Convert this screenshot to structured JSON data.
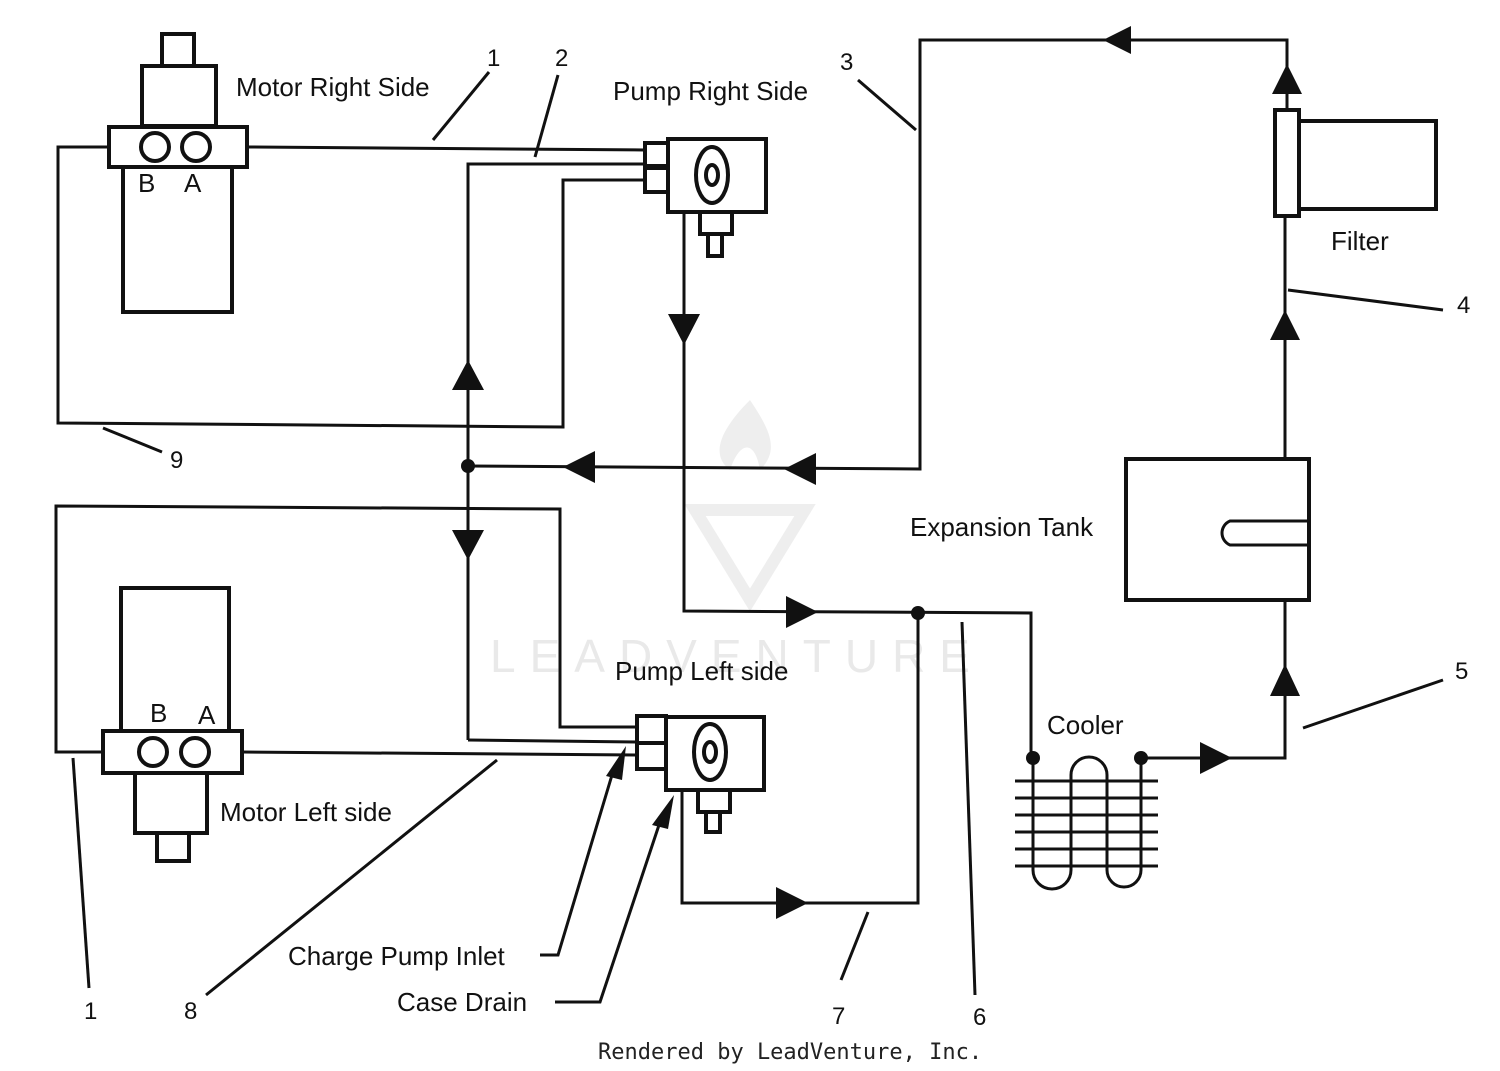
{
  "labels": {
    "motor_right": "Motor Right Side",
    "motor_left": "Motor Left side",
    "pump_right": "Pump Right Side",
    "pump_left": "Pump Left side",
    "filter": "Filter",
    "expansion_tank": "Expansion Tank",
    "cooler": "Cooler",
    "charge_pump_inlet": "Charge Pump Inlet",
    "case_drain": "Case Drain"
  },
  "ports": {
    "motor_right_b": "B",
    "motor_right_a": "A",
    "motor_left_b": "B",
    "motor_left_a": "A"
  },
  "callouts": {
    "c1_top": "1",
    "c1_bottom": "1",
    "c2": "2",
    "c3": "3",
    "c4": "4",
    "c5": "5",
    "c6": "6",
    "c7": "7",
    "c8": "8",
    "c9": "9"
  },
  "watermark": "LEADVENTURE",
  "footer": "Rendered by LeadVenture, Inc."
}
